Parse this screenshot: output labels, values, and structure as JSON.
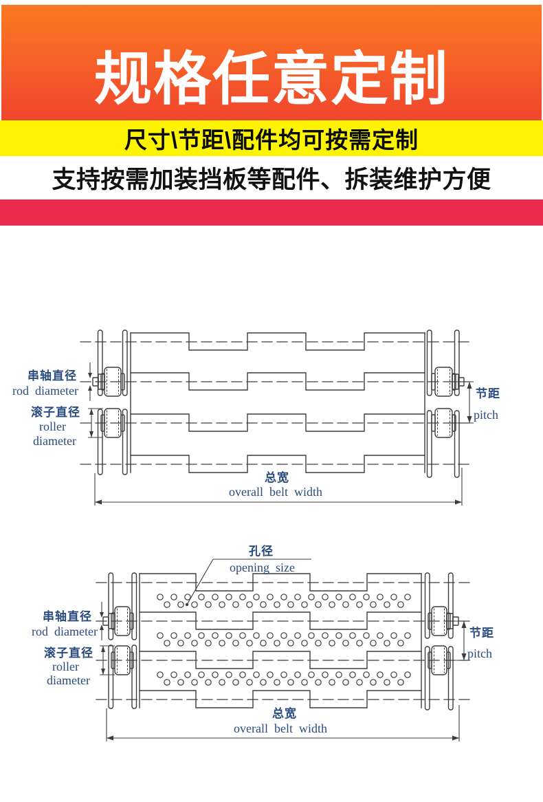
{
  "banner": {
    "title": "规格任意定制"
  },
  "subtitle_bar": {
    "text": "尺寸\\节距\\配件均可按需定制"
  },
  "feature_line": {
    "text": "支持按需加装挡板等配件、拆装维护方便"
  },
  "colors": {
    "banner_top": "#fb7a22",
    "banner_bottom": "#f0452e",
    "yellow": "#fcf400",
    "red_bar": "#e92b4e",
    "line": "#3c3c3c",
    "label": "#2a4b7d"
  },
  "diagram1": {
    "labels": {
      "rod_cn": "串轴直径",
      "rod_en": "rod  diameter",
      "roller_cn": "滚子直径",
      "roller_en1": "roller",
      "roller_en2": "diameter",
      "pitch_cn": "节距",
      "pitch_en": "pitch",
      "width_cn": "总宽",
      "width_en": "overall  belt  width"
    }
  },
  "diagram2": {
    "labels": {
      "opening_cn": "孔径",
      "opening_en": "opening  size",
      "rod_cn": "串轴直径",
      "rod_en": "rod  diameter",
      "roller_cn": "滚子直径",
      "roller_en1": "roller",
      "roller_en2": "diameter",
      "pitch_cn": "节距",
      "pitch_en": "pitch",
      "width_cn": "总宽",
      "width_en": "overall  belt  width"
    }
  }
}
